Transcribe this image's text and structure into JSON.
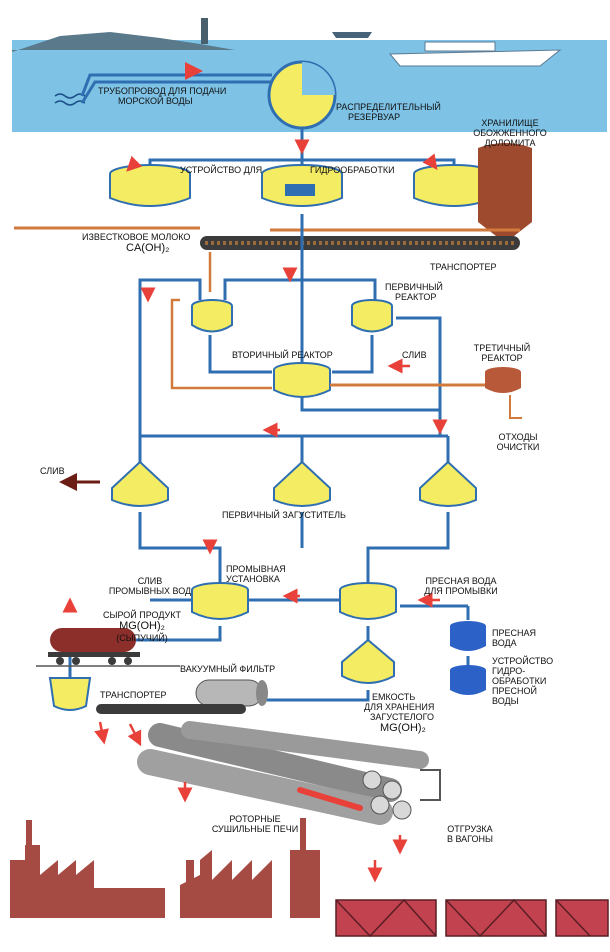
{
  "labels": {
    "pipeline_line1": "ТРУБОПРОВОД ДЛЯ ПОДАЧИ",
    "pipeline_line2": "МОРСКОЙ ВОДЫ",
    "reservoir_line1": "РАСПРЕДЕЛИТЕЛЬНЫЙ",
    "reservoir_line2": "РЕЗЕРВУАР",
    "dolomite_line1": "ХРАНИЛИЩЕ",
    "dolomite_line2": "ОБОЖЖЕННОГО",
    "dolomite_line3": "ДОЛОМИТА",
    "hydro_left": "УСТРОЙСТВО ДЛЯ",
    "hydro_right": "ГИДРООБРАБОТКИ",
    "lime_milk": "ИЗВЕСТКОВОЕ МОЛОКО",
    "lime_formula": "Ca(OH)₂",
    "conveyor1": "ТРАНСПОРТЕР",
    "primary_reactor_line1": "ПЕРВИЧНЫЙ",
    "primary_reactor_line2": "РЕАКТОР",
    "secondary_reactor": "ВТОРИЧНЫЙ  РЕАКТОР",
    "drain1": "СЛИВ",
    "tertiary_line1": "ТРЕТИЧНЫЙ",
    "tertiary_line2": "РЕАКТОР",
    "waste_line1": "ОТХОДЫ",
    "waste_line2": "ОЧИСТКИ",
    "drain2": "СЛИВ",
    "thickener": "ПЕРВИЧНЫЙ     ЗАГУСТИТЕЛЬ",
    "wash_unit_line1": "ПРОМЫВНАЯ",
    "wash_unit_line2": "УСТАНОВКА",
    "wash_drain_line1": "СЛИВ",
    "wash_drain_line2": "ПРОМЫВНЫХ ВОД",
    "fresh_wash_line1": "ПРЕСНАЯ ВОДА",
    "fresh_wash_line2": "ДЛЯ ПРОМЫВКИ",
    "raw_line1": "СЫРОЙ ПРОДУКТ",
    "raw_line2": "Mg(OH)₂",
    "raw_line3": "(СЫПУЧИЙ)",
    "fresh_water_line1": "ПРЕСНАЯ",
    "fresh_water_line2": "ВОДА",
    "fw_treat_line1": "УСТРОЙСТВО",
    "fw_treat_line2": "ГИДРО-",
    "fw_treat_line3": "ОБРАБОТКИ",
    "fw_treat_line4": "ПРЕСНОЙ",
    "fw_treat_line5": "ВОДЫ",
    "vacuum_filter": "ВАКУУМНЫЙ  ФИЛЬТР",
    "conveyor2": "ТРАНСПОРТЕР",
    "storage_line1": "ЕМКОСТЬ",
    "storage_line2": "ДЛЯ ХРАНЕНИЯ",
    "storage_line3": "ЗАГУСТЕЛОГО",
    "storage_line4": "Mg(OH)₂",
    "kilns_line1": "РОТОРНЫЕ",
    "kilns_line2": "СУШИЛЬНЫЕ ПЕЧИ",
    "shipping_line1": "ОТГРУЗКА",
    "shipping_line2": "В ВАГОНЫ"
  },
  "colors": {
    "sea": "#7ec3e6",
    "pipe": "#2f6fb1",
    "tank": "#f4ec62",
    "flow_arrow": "#e8413a",
    "lime_pipe": "#d27a3c",
    "dolomite": "#9e4a2e",
    "fresh_tank": "#2c62c8",
    "factory": "#a64a44",
    "wagon": "#c2424f"
  }
}
